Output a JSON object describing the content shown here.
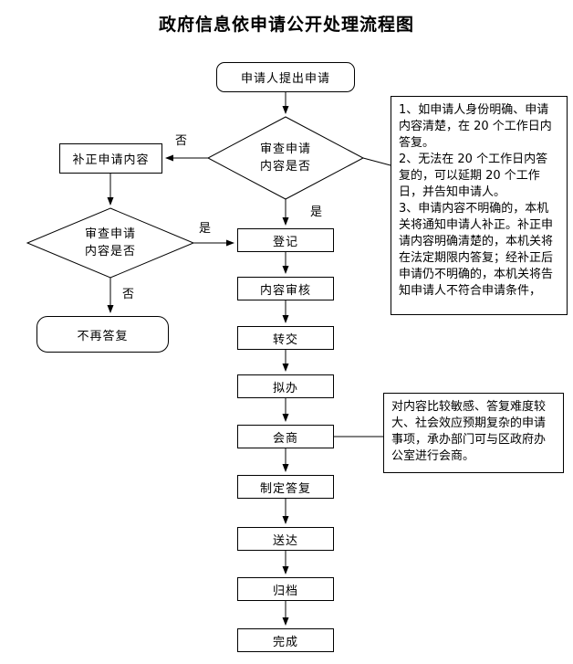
{
  "title": "政府信息依申请公开处理流程图",
  "colors": {
    "ink": "#000000",
    "background": "#ffffff"
  },
  "flow": {
    "start": "申请人提出申请",
    "decision1": "审查申请\n内容是否",
    "decision2": "审查申请\n内容是否",
    "correct": "补正申请内容",
    "no_reply": "不再答复",
    "steps": [
      "登记",
      "内容审核",
      "转交",
      "拟办",
      "会商",
      "制定答复",
      "送达",
      "归档",
      "完成"
    ]
  },
  "edges": {
    "no_top": "否",
    "yes_mid": "是",
    "yes_right": "是",
    "no_bottom": "否"
  },
  "annotations": {
    "note1": "1、如申请人身份明确、申请内容清楚，在 20 个工作日内答复。\n2、无法在 20 个工作日内答复的，可以延期 20 个工作日，并告知申请人。\n3、申请内容不明确的，本机关将通知申请人补正。补正申请内容明确清楚的，本机关将在法定期限内答复；经补正后申请仍不明确的，本机关将告知申请人不符合申请条件，",
    "note2": "对内容比较敏感、答复难度较大、社会效应预期复杂的申请事项，承办部门可与区政府办公室进行会商。"
  }
}
